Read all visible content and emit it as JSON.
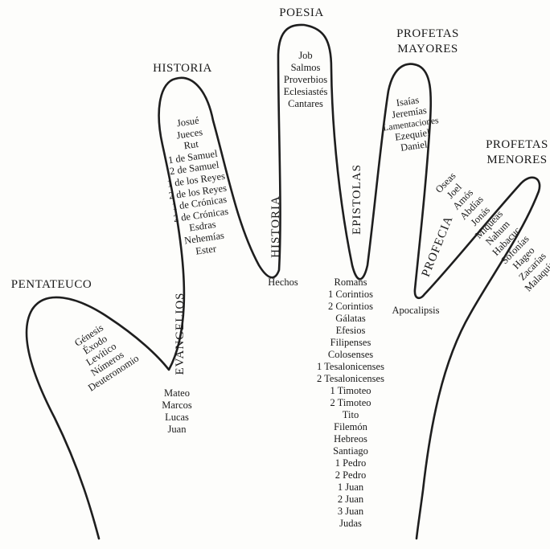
{
  "headings": {
    "poesia": "POESIA",
    "historia_top": "HISTORIA",
    "profetas_mayores_1": "PROFETAS",
    "profetas_mayores_2": "MAYORES",
    "profetas_menores_1": "PROFETAS",
    "profetas_menores_2": "MENORES",
    "pentateuco": "PENTATEUCO"
  },
  "vertical_labels": {
    "evangelios": "EVANGELIOS",
    "historia_nt": "HISTORIA",
    "epistolas": "EPISTOLAS",
    "profecia": "PROFECIA"
  },
  "lists": {
    "poesia": [
      "Job",
      "Salmos",
      "Proverbios",
      "Eclesiastés",
      "Cantares"
    ],
    "historia": [
      "Josué",
      "Jueces",
      "Rut",
      "1 de Samuel",
      "2 de Samuel",
      "1 de los Reyes",
      "2 de los Reyes",
      "1 de Crónicas",
      "2 de Crónicas",
      "Esdras",
      "Nehemías",
      "Ester"
    ],
    "profetas_mayores": [
      "Isaías",
      "Jeremías",
      "Lamentaciones",
      "Ezequiel",
      "Daniel"
    ],
    "profetas_menores": [
      "Oseas",
      "Joel",
      "Amós",
      "Abdías",
      "Jonás",
      "Miqueas",
      "Nahum",
      "Habacuc",
      "Sofonías",
      "Hageo",
      "Zacarías",
      "Malaquías"
    ],
    "pentateuco": [
      "Génesis",
      "Éxodo",
      "Levítico",
      "Números",
      "Deuteronomio"
    ],
    "evangelios": [
      "Mateo",
      "Marcos",
      "Lucas",
      "Juan"
    ],
    "hechos": [
      "Hechos"
    ],
    "epistolas": [
      "Romans",
      "1 Corintios",
      "2 Corintios",
      "Gálatas",
      "Efesios",
      "Filipenses",
      "Colosenses",
      "1 Tesalonicenses",
      "2 Tesalonicenses",
      "1 Timoteo",
      "2 Timoteo",
      "Tito",
      "Filemón",
      "Hebreos",
      "Santiago",
      "1 Pedro",
      "2 Pedro",
      "1 Juan",
      "2 Juan",
      "3 Juan",
      "Judas"
    ],
    "apocalipsis": [
      "Apocalipsis"
    ]
  }
}
